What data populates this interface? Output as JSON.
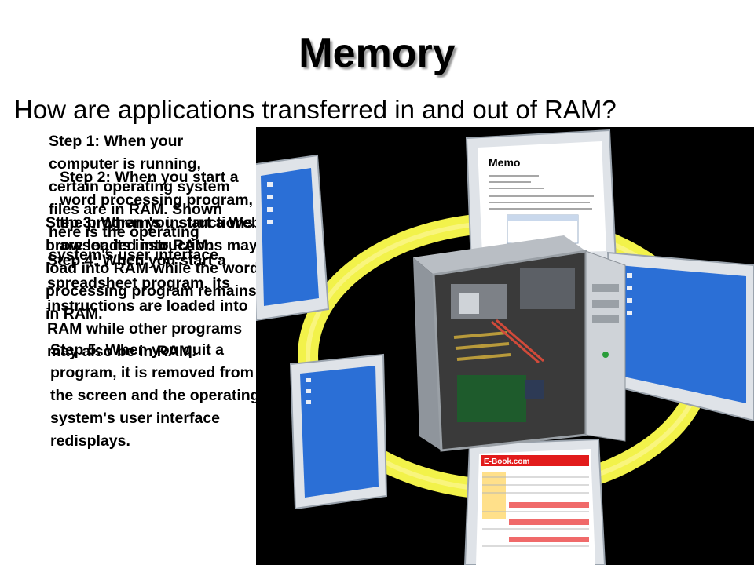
{
  "slide": {
    "title": "Memory",
    "subtitle": "How are applications transferred in and out of RAM?",
    "steps": [
      "Step 1: When your computer is running, certain operating system files are in RAM. Shown here is the operating system's user interface.",
      "Step 2: When you start a word processing program, the program's instructions are loaded into RAM.",
      "Step 3: When you start a Web browser, its instructions may load into RAM while the word processing program remains in RAM.",
      "Step 4: When you start a spreadsheet program, its instructions are loaded into RAM while other programs may also be in RAM.",
      "Step 5: When you quit a program, it is removed from the screen and the operating system's user interface redisplays."
    ]
  },
  "image": {
    "description_name": "computer-ram-cycle-illustration",
    "memo_title": "Memo",
    "ebook_title": "E-Book.com",
    "colors": {
      "ring": "#f2f24a",
      "monitor_screen": "#2b6fd6",
      "bezel": "#dfe3e8",
      "spreadsheet_header": "#e21b1b"
    }
  }
}
